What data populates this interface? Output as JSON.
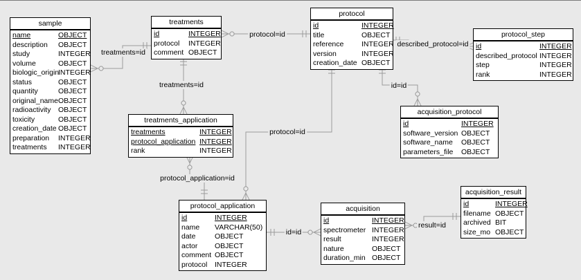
{
  "diagram": {
    "background_color": "#e9e9e9",
    "entity_background_color": "#ffffff",
    "entity_border_color": "#000000",
    "connector_color": "#9a9a9a",
    "text_color": "#000000"
  },
  "entities": [
    {
      "id": "sample",
      "title": "sample",
      "fields": [
        {
          "name": "name",
          "type": "OBJECT",
          "primary_key": true
        },
        {
          "name": "description",
          "type": "OBJECT",
          "primary_key": false
        },
        {
          "name": "study",
          "type": "INTEGER",
          "primary_key": false
        },
        {
          "name": "volume",
          "type": "OBJECT",
          "primary_key": false
        },
        {
          "name": "biologic_origin",
          "type": "INTEGER",
          "primary_key": false
        },
        {
          "name": "status",
          "type": "OBJECT",
          "primary_key": false
        },
        {
          "name": "quantity",
          "type": "OBJECT",
          "primary_key": false
        },
        {
          "name": "original_name",
          "type": "OBJECT",
          "primary_key": false
        },
        {
          "name": "radioactivity",
          "type": "OBJECT",
          "primary_key": false
        },
        {
          "name": "toxicity",
          "type": "OBJECT",
          "primary_key": false
        },
        {
          "name": "creation_date",
          "type": "OBJECT",
          "primary_key": false
        },
        {
          "name": "preparation",
          "type": "INTEGER",
          "primary_key": false
        },
        {
          "name": "treatments",
          "type": "INTEGER",
          "primary_key": false
        }
      ]
    },
    {
      "id": "treatments",
      "title": "treatments",
      "fields": [
        {
          "name": "id",
          "type": "INTEGER",
          "primary_key": true
        },
        {
          "name": "protocol",
          "type": "INTEGER",
          "primary_key": false
        },
        {
          "name": "comment",
          "type": "OBJECT",
          "primary_key": false
        }
      ]
    },
    {
      "id": "protocol",
      "title": "protocol",
      "fields": [
        {
          "name": "id",
          "type": "INTEGER",
          "primary_key": true
        },
        {
          "name": "title",
          "type": "OBJECT",
          "primary_key": false
        },
        {
          "name": "reference",
          "type": "INTEGER",
          "primary_key": false
        },
        {
          "name": "version",
          "type": "INTEGER",
          "primary_key": false
        },
        {
          "name": "creation_date",
          "type": "OBJECT",
          "primary_key": false
        }
      ]
    },
    {
      "id": "protocol_step",
      "title": "protocol_step",
      "fields": [
        {
          "name": "id",
          "type": "INTEGER",
          "primary_key": true
        },
        {
          "name": "described_protocol",
          "type": "INTEGER",
          "primary_key": false
        },
        {
          "name": "step",
          "type": "INTEGER",
          "primary_key": false
        },
        {
          "name": "rank",
          "type": "INTEGER",
          "primary_key": false
        }
      ]
    },
    {
      "id": "acquisition_protocol",
      "title": "acquisition_protocol",
      "fields": [
        {
          "name": "id",
          "type": "INTEGER",
          "primary_key": true
        },
        {
          "name": "software_version",
          "type": "OBJECT",
          "primary_key": false
        },
        {
          "name": "software_name",
          "type": "OBJECT",
          "primary_key": false
        },
        {
          "name": "parameters_file",
          "type": "OBJECT",
          "primary_key": false
        }
      ]
    },
    {
      "id": "treatments_application",
      "title": "treatments_application",
      "fields": [
        {
          "name": "treatments",
          "type": "INTEGER",
          "primary_key": true
        },
        {
          "name": "protocol_application",
          "type": "INTEGER",
          "primary_key": true
        },
        {
          "name": "rank",
          "type": "INTEGER",
          "primary_key": false
        }
      ]
    },
    {
      "id": "protocol_application",
      "title": "protocol_application",
      "fields": [
        {
          "name": "id",
          "type": "INTEGER",
          "primary_key": true
        },
        {
          "name": "name",
          "type": "VARCHAR(50)",
          "primary_key": false
        },
        {
          "name": "date",
          "type": "OBJECT",
          "primary_key": false
        },
        {
          "name": "actor",
          "type": "OBJECT",
          "primary_key": false
        },
        {
          "name": "comment",
          "type": "OBJECT",
          "primary_key": false
        },
        {
          "name": "protocol",
          "type": "INTEGER",
          "primary_key": false
        }
      ]
    },
    {
      "id": "acquisition",
      "title": "acquisition",
      "fields": [
        {
          "name": "id",
          "type": "INTEGER",
          "primary_key": true
        },
        {
          "name": "spectrometer",
          "type": "INTEGER",
          "primary_key": false
        },
        {
          "name": "result",
          "type": "INTEGER",
          "primary_key": false
        },
        {
          "name": "nature",
          "type": "OBJECT",
          "primary_key": false
        },
        {
          "name": "duration_min",
          "type": "OBJECT",
          "primary_key": false
        }
      ]
    },
    {
      "id": "acquisition_result",
      "title": "acquisition_result",
      "fields": [
        {
          "name": "id",
          "type": "INTEGER",
          "primary_key": true
        },
        {
          "name": "filename",
          "type": "OBJECT",
          "primary_key": false
        },
        {
          "name": "archived",
          "type": "BIT",
          "primary_key": false
        },
        {
          "name": "size_mo",
          "type": "OBJECT",
          "primary_key": false
        }
      ]
    }
  ],
  "relationships": [
    {
      "id": "sample-treatments",
      "from": "sample",
      "to": "treatments",
      "label": "treatments=id"
    },
    {
      "id": "treatments-protocol",
      "from": "treatments",
      "to": "protocol",
      "label": "protocol=id"
    },
    {
      "id": "protocol-protocol_step",
      "from": "protocol",
      "to": "protocol_step",
      "label": "described_protocol=id"
    },
    {
      "id": "protocol-acquisition_protocol",
      "from": "protocol",
      "to": "acquisition_protocol",
      "label": "id=id"
    },
    {
      "id": "treatments-treatments_application",
      "from": "treatments",
      "to": "treatments_application",
      "label": "treatments=id"
    },
    {
      "id": "protocol-protocol_application",
      "from": "protocol",
      "to": "protocol_application",
      "label": "protocol=id"
    },
    {
      "id": "treatments_application-protocol_application",
      "from": "treatments_application",
      "to": "protocol_application",
      "label": "protocol_application=id"
    },
    {
      "id": "protocol_application-acquisition",
      "from": "protocol_application",
      "to": "acquisition",
      "label": "id=id"
    },
    {
      "id": "acquisition-acquisition_result",
      "from": "acquisition",
      "to": "acquisition_result",
      "label": "result=id"
    }
  ]
}
